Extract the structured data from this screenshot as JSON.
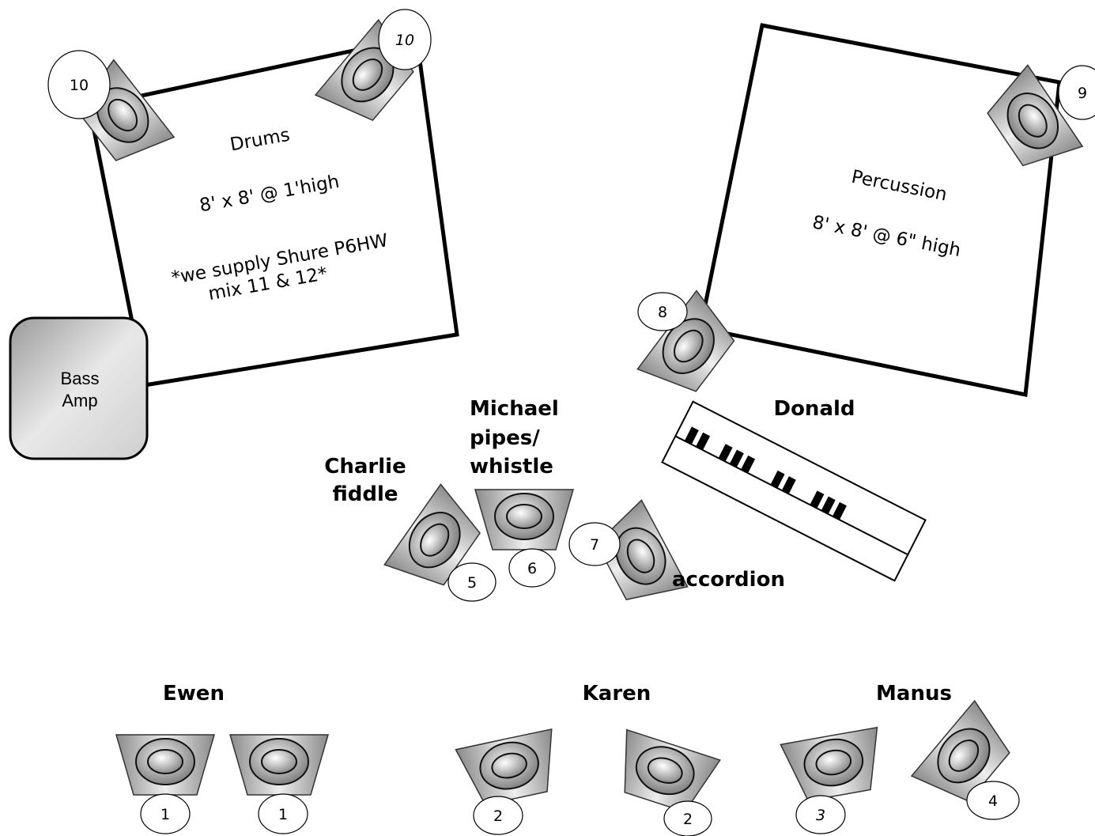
{
  "risers": {
    "drums": {
      "title": "Drums",
      "size": "8' x 8' @ 1'high",
      "note_line1": "*we supply Shure P6HW",
      "note_line2": "mix 11 & 12*"
    },
    "percussion": {
      "title": "Percussion",
      "size": "8' x 8' @ 6\" high"
    }
  },
  "bass_amp": {
    "line1": "Bass",
    "line2": "Amp"
  },
  "musicians": {
    "michael": {
      "line1": "Michael",
      "line2": "pipes/",
      "line3": "whistle"
    },
    "charlie": {
      "line1": "Charlie",
      "line2": "fiddle"
    },
    "donald": "Donald",
    "accordion": "accordion",
    "ewen": "Ewen",
    "karen": "Karen",
    "manus": "Manus"
  },
  "monitor_mixes": {
    "drums_left": "10",
    "drums_right": "10",
    "percussion_top": "9",
    "percussion_bottom": "8",
    "charlie": "5",
    "michael": "6",
    "accordion": "7",
    "ewen_left": "1",
    "ewen_right": "1",
    "karen_left": "2",
    "karen_right": "2",
    "manus_left": "3",
    "manus_right": "4"
  },
  "colors": {
    "wedge_light": "#eeeeee",
    "wedge_dark": "#8a8a8a",
    "riser_border": "#000000",
    "keyboard_keys": "#000000"
  },
  "icons": [
    "stage-monitor-wedge-icon",
    "keyboard-icon",
    "amplifier-icon"
  ]
}
